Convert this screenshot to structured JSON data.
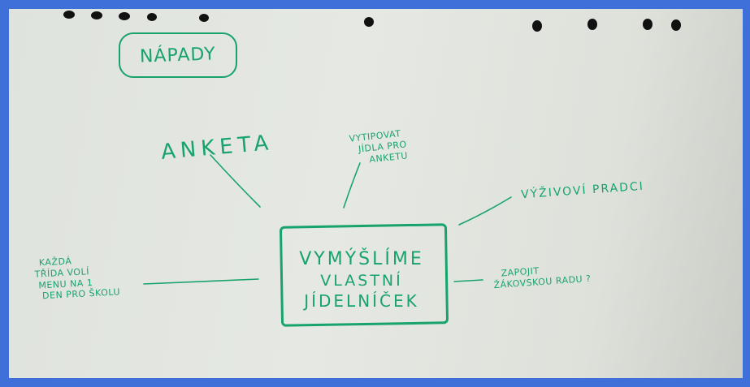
{
  "title": "NÁPADY",
  "center": {
    "line1": "VYMÝŠLÍME",
    "line2": "VLASTNÍ",
    "line3": "JÍDELNÍČEK"
  },
  "ideas": {
    "anketa": "ANKETA",
    "vytipovat": [
      "VYTIPOVAT",
      "JÍDLA PRO",
      "ANKETU"
    ],
    "vyzivovi": "VÝŽIVOVÍ PRADCI",
    "kazda": [
      "KAŽDÁ",
      "TŘÍDA VOLÍ",
      "MENU NA 1",
      "DEN PRO ŠKOLU"
    ],
    "zapojit": [
      "ZAPOJIT",
      "ŽÁKOVSKOU RADU ?"
    ]
  },
  "colors": {
    "ink": "#17a36b",
    "paper": "#e3e6e0",
    "border": "#3f6fd8",
    "punch_holes": "#111111"
  }
}
